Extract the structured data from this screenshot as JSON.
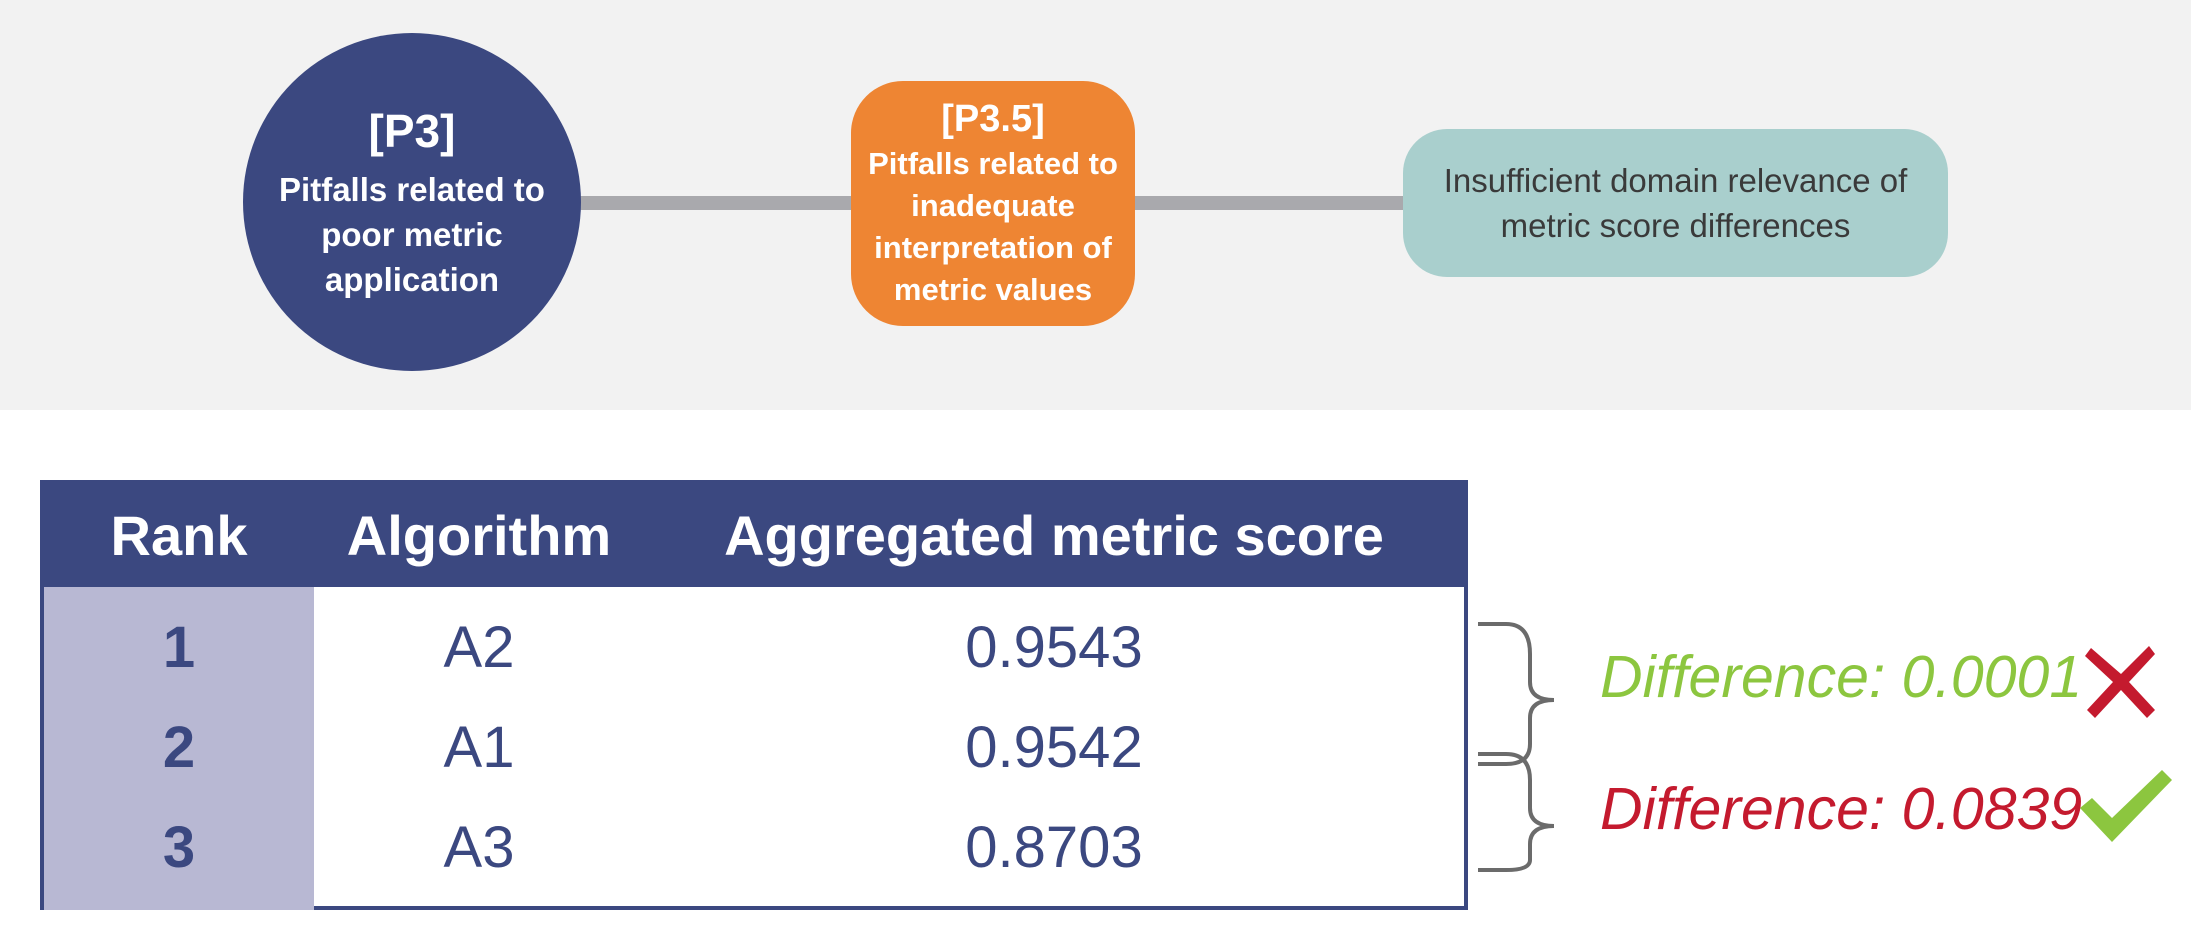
{
  "pitfall_chain": {
    "category": {
      "code": "[P3]",
      "description": "Pitfalls related to poor metric application"
    },
    "subcategory": {
      "code": "[P3.5]",
      "description": "Pitfalls related to inadequate interpretation of metric values"
    },
    "pitfall": {
      "description": "Insufficient domain relevance of metric score differences"
    }
  },
  "table": {
    "headers": [
      "Rank",
      "Algorithm",
      "Aggregated metric score"
    ],
    "rows": [
      {
        "rank": "1",
        "algorithm": "A2",
        "score": "0.9543"
      },
      {
        "rank": "2",
        "algorithm": "A1",
        "score": "0.9542"
      },
      {
        "rank": "3",
        "algorithm": "A3",
        "score": "0.8703"
      }
    ]
  },
  "differences": [
    {
      "label": "Difference: 0.0001",
      "verdict_icon": "cross-icon",
      "color": "#8cc63f"
    },
    {
      "label": "Difference: 0.0839",
      "verdict_icon": "check-icon",
      "color": "#c41a2e"
    }
  ],
  "colors": {
    "navy": "#3b4880",
    "orange": "#ee8533",
    "teal": "#a9cfcd",
    "rank_column": "#b8b8d3",
    "cross": "#c41a2e",
    "check": "#8cc63f"
  }
}
